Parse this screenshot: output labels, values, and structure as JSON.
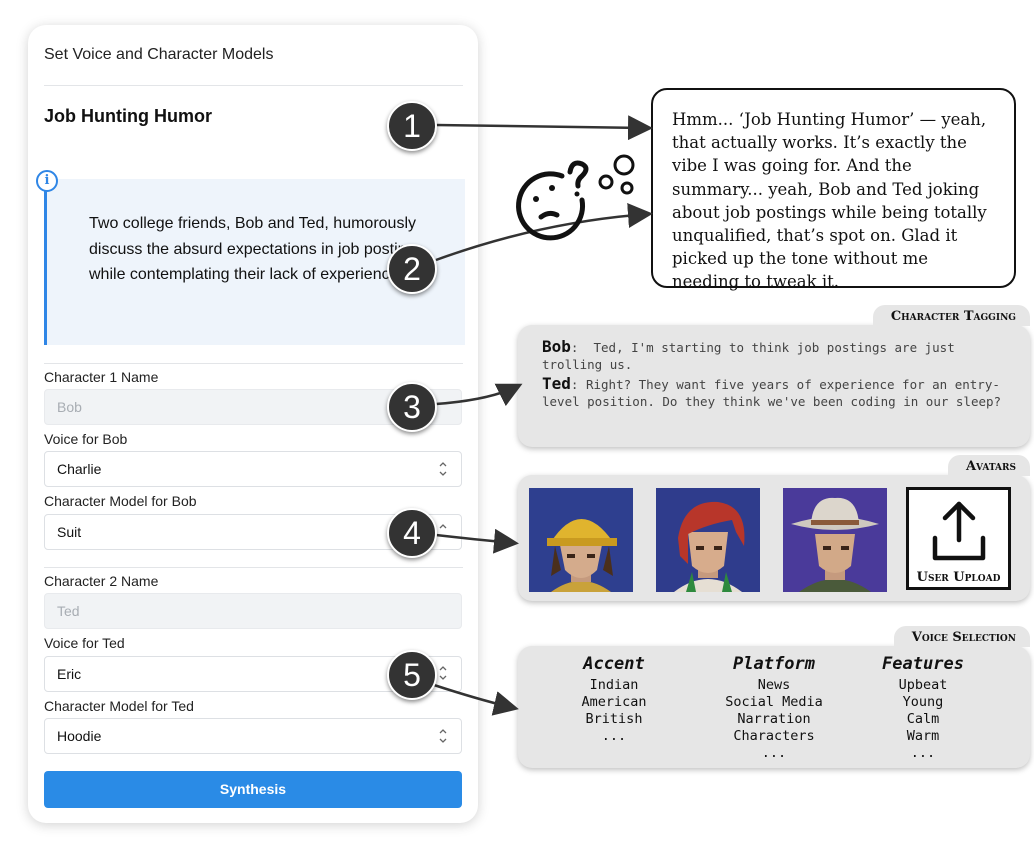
{
  "app": {
    "header": "Set Voice and Character Models",
    "title": "Job Hunting Humor",
    "summary": "Two college friends, Bob and Ted, humorously discuss the absurd expectations in job postings while contemplating their lack of experience.",
    "fields": [
      {
        "label": "Character 1 Name",
        "value": "Bob"
      },
      {
        "label": "Voice for Bob",
        "value": "Charlie"
      },
      {
        "label": "Character Model for Bob",
        "value": "Suit"
      },
      {
        "label": "Character 2 Name",
        "value": "Ted"
      },
      {
        "label": "Voice for Ted",
        "value": "Eric"
      },
      {
        "label": "Character Model for Ted",
        "value": "Hoodie"
      }
    ],
    "button": "Synthesis"
  },
  "markers": [
    "1",
    "2",
    "3",
    "4",
    "5"
  ],
  "thought": "Hmm... ‘Job Hunting Humor’ — yeah, that actually works. It’s exactly the vibe I was going for. And the summary... yeah, Bob and Ted joking about job postings while being totally unqualified, that’s spot on. Glad it picked up the tone without me needing to tweak it.",
  "character_tagging": {
    "tag": "Character Tagging",
    "lines": [
      {
        "speaker": "Bob",
        "sep": ":",
        "text": "Ted, I'm starting to think job postings are just trolling us."
      },
      {
        "speaker": "Ted",
        "sep": ":",
        "text": "Right? They want five years of experience for an entry-level position. Do they think we've been coding in our sleep?"
      }
    ]
  },
  "avatars": {
    "tag": "Avatars",
    "items": [
      "hard-hat-avatar",
      "red-hair-avatar",
      "cowboy-hat-avatar"
    ],
    "upload_label": "User Upload",
    "bg_colors": [
      "#2e3f8f",
      "#2f3c8c",
      "#4a3a9a"
    ]
  },
  "voice_selection": {
    "tag": "Voice Selection",
    "columns": [
      {
        "title": "Accent",
        "items": [
          "Indian",
          "American",
          "British",
          "..."
        ]
      },
      {
        "title": "Platform",
        "items": [
          "News",
          "Social Media",
          "Narration",
          "Characters",
          "..."
        ]
      },
      {
        "title": "Features",
        "items": [
          "Upbeat",
          "Young",
          "Calm",
          "Warm",
          "..."
        ]
      }
    ]
  },
  "colors": {
    "accent": "#2a8be6",
    "summary_bg": "#eef4fb",
    "panel_bg": "#e6e6e6"
  }
}
